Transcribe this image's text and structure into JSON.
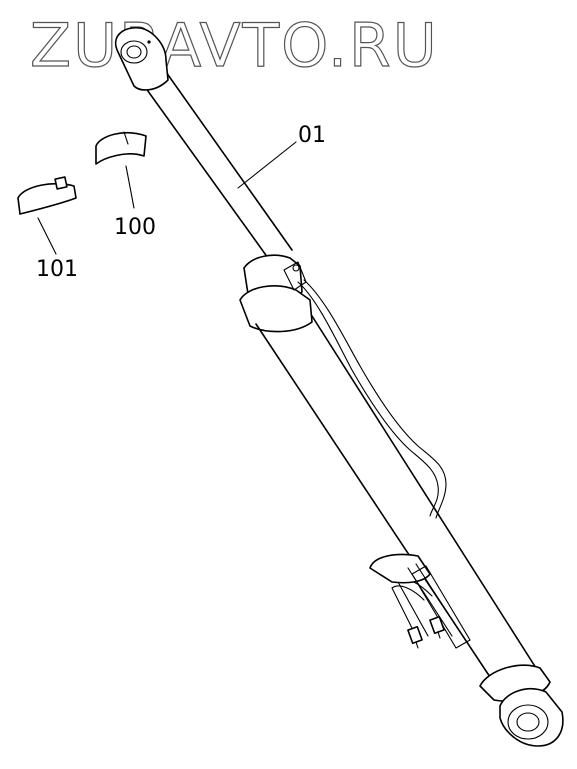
{
  "watermark": "ZURAVTO.RU",
  "callouts": {
    "cylinder": "01",
    "ring_100": "100",
    "ring_101": "101"
  },
  "colors": {
    "line": "#000000",
    "background": "#ffffff",
    "watermark_outline": "#555555"
  }
}
